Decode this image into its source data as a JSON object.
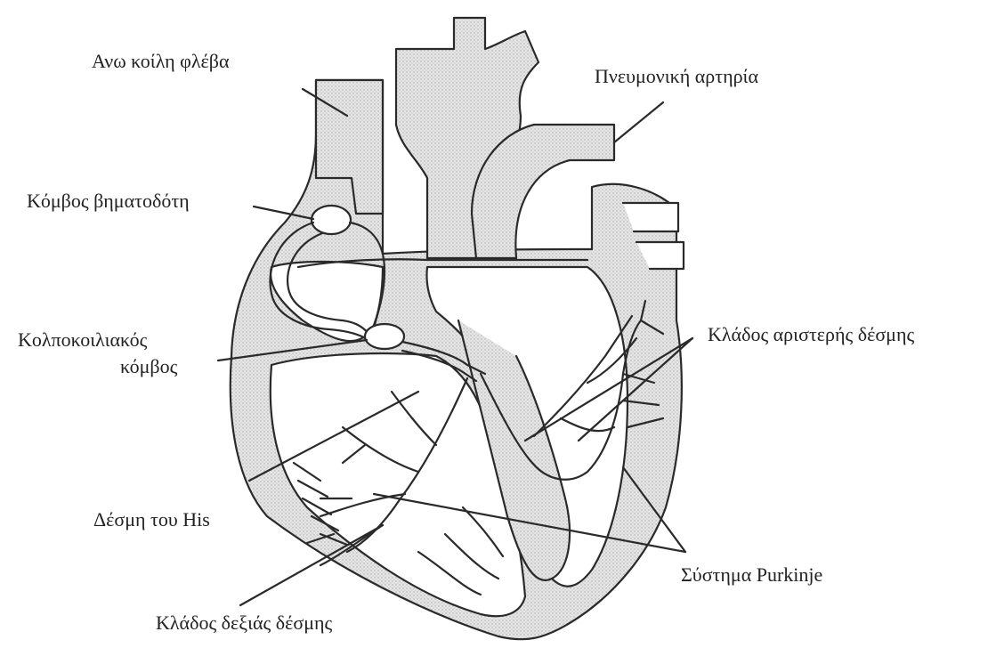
{
  "labels": {
    "superior_vena_cava": "Ανω κοίλη φλέβα",
    "pulmonary_artery": "Πνευμονική αρτηρία",
    "sinoatrial_node": "Κόμβος βηματοδότη",
    "av_node_line1": "Κολποκοιλιακός",
    "av_node_line2": "κόμβος",
    "left_bundle_branch": "Κλάδος αριστερής δέσμης",
    "bundle_of_his": "Δέσμη του His",
    "purkinje_system": "Σύστημα Purkinje",
    "right_bundle_branch": "Κλάδος δεξιάς δέσμης"
  },
  "colors": {
    "line": "#2a2a2a",
    "shade": "#dcdcdc",
    "background": "#ffffff"
  }
}
